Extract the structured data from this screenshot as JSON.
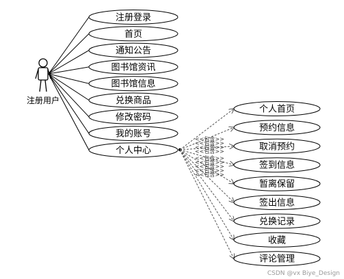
{
  "actor": {
    "name": "注册用户",
    "icon": "user-actor-icon"
  },
  "primary_use_cases": [
    {
      "id": "register-login",
      "label": "注册登录"
    },
    {
      "id": "home",
      "label": "首页"
    },
    {
      "id": "announcements",
      "label": "通知公告"
    },
    {
      "id": "library-news",
      "label": "图书馆资讯"
    },
    {
      "id": "library-info",
      "label": "图书馆信息"
    },
    {
      "id": "redeem-goods",
      "label": "兑换商品"
    },
    {
      "id": "change-password",
      "label": "修改密码"
    },
    {
      "id": "my-account",
      "label": "我的账号"
    },
    {
      "id": "personal-center",
      "label": "个人中心"
    }
  ],
  "include_label": "<<包含>>",
  "included_use_cases": [
    {
      "id": "personal-home",
      "label": "个人首页"
    },
    {
      "id": "reservation-info",
      "label": "预约信息"
    },
    {
      "id": "cancel-reservation",
      "label": "取消预约"
    },
    {
      "id": "checkin-info",
      "label": "签到信息"
    },
    {
      "id": "temporary-leave",
      "label": "暂离保留"
    },
    {
      "id": "checkout-info",
      "label": "签出信息"
    },
    {
      "id": "redeem-records",
      "label": "兑换记录"
    },
    {
      "id": "favorites",
      "label": "收藏"
    },
    {
      "id": "review-management",
      "label": "评论管理"
    }
  ],
  "watermark": "CSDN @vx Biye_Design",
  "colors": {
    "line": "#000000",
    "dashed": "#555555",
    "ellipse_fill": "#ffffff",
    "ellipse_stroke": "#000000"
  }
}
